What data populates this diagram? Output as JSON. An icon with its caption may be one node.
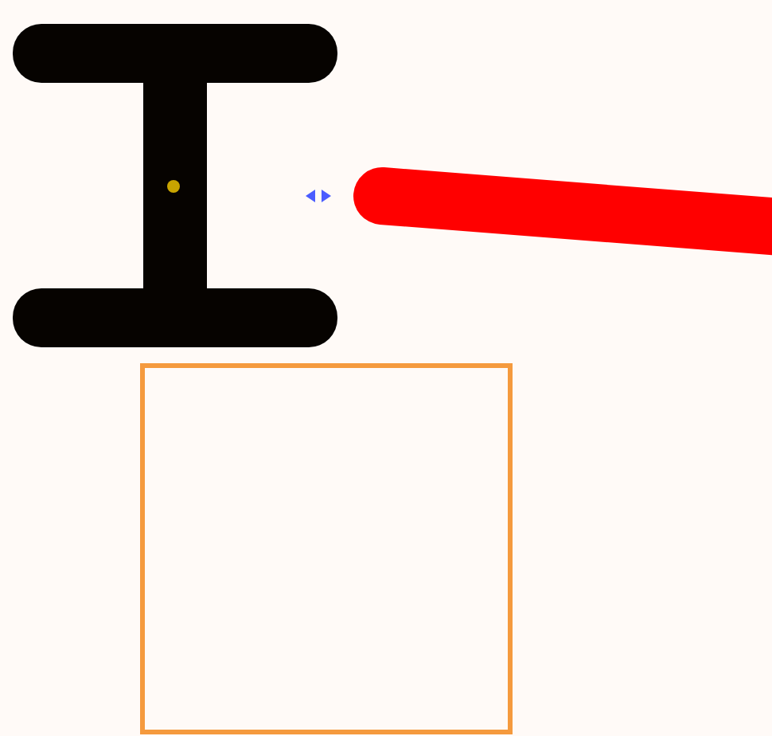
{
  "diagram": {
    "nodes": [
      {
        "text": [],
        "shape": "picture"
      },
      {
        "text": [],
        "shape": "bar"
      },
      {
        "text": [],
        "shape": "box"
      }
    ]
  }
}
